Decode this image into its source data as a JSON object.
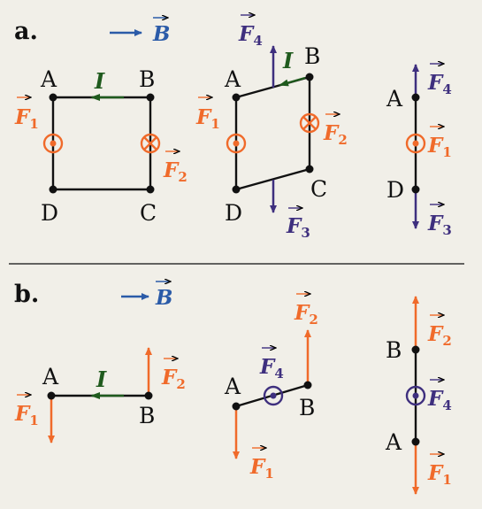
{
  "colors": {
    "background": "#f1efe8",
    "wire": "#111111",
    "force_orange": "#f06a2a",
    "force_purple": "#3e2f7e",
    "field_blue": "#2b5ba8",
    "current_green": "#1f5a1d"
  },
  "sections": [
    {
      "label": "a.",
      "field_symbol": "B",
      "current_symbol": "I",
      "points": [
        "A",
        "B",
        "C",
        "D"
      ],
      "forces": {
        "f1": {
          "letter": "F",
          "sub": "1"
        },
        "f2": {
          "letter": "F",
          "sub": "2"
        },
        "f3": {
          "letter": "F",
          "sub": "3"
        },
        "f4": {
          "letter": "F",
          "sub": "4"
        }
      }
    },
    {
      "label": "b.",
      "field_symbol": "B",
      "current_symbol": "I",
      "points": [
        "A",
        "B"
      ],
      "forces": {
        "f1": {
          "letter": "F",
          "sub": "1"
        },
        "f2": {
          "letter": "F",
          "sub": "2"
        },
        "f4": {
          "letter": "F",
          "sub": "4"
        }
      }
    }
  ],
  "icons": [
    "out-of-page-dot-icon",
    "into-page-cross-icon",
    "arrow-icon",
    "vector-arrow-icon"
  ]
}
